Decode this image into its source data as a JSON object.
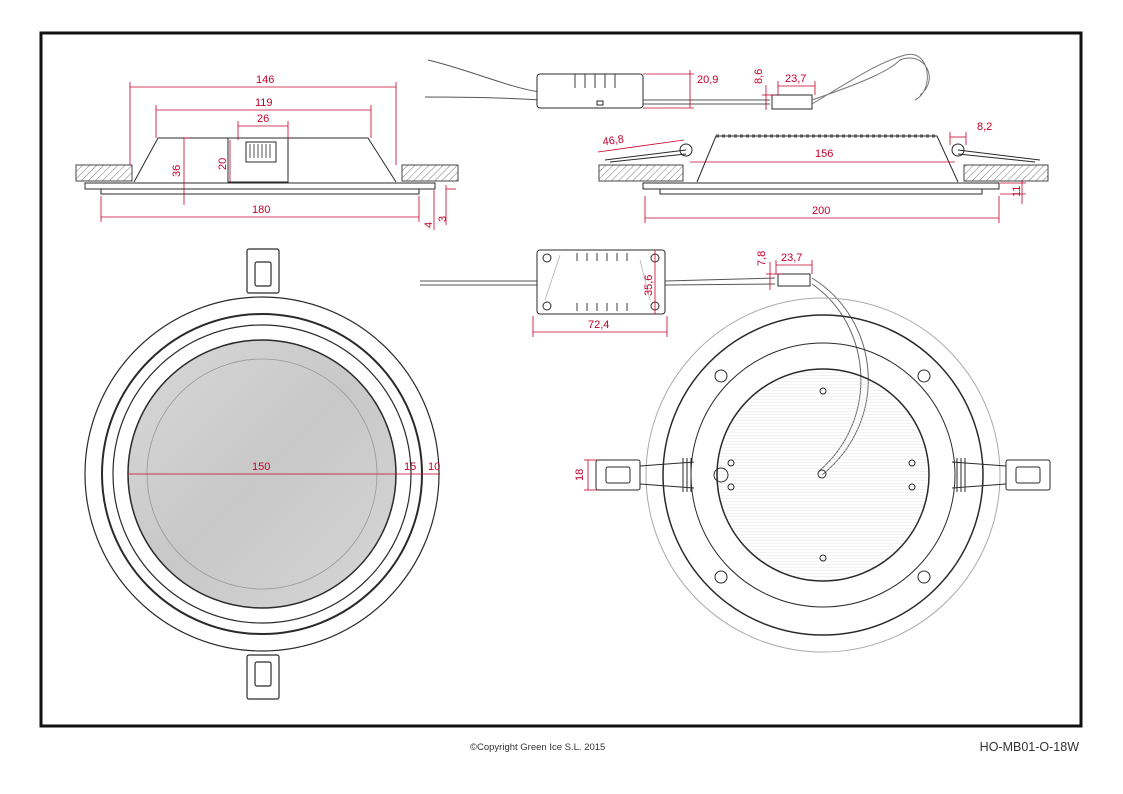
{
  "footer": {
    "copyright": "©Copyright Green Ice S.L. 2015",
    "code": "HO-MB01-O-18W"
  },
  "dimensions": {
    "side_view": {
      "outer_top": "146",
      "inner_top": "119",
      "clip": "26",
      "height": "36",
      "body": "20",
      "frame": "180",
      "edge_a": "4",
      "edge_b": "3"
    },
    "driver_side": {
      "height": "20,9",
      "conn_h": "8,6",
      "conn_w": "23,7"
    },
    "install_view": {
      "spring": "46,8",
      "span": "156",
      "clip": "8,2",
      "frame": "200",
      "depth": "11"
    },
    "driver_top": {
      "width": "72,4",
      "height": "35,6",
      "conn_h": "7,8",
      "conn_w": "23,7"
    },
    "front_view": {
      "lens": "150",
      "ring": "15",
      "rim": "10"
    },
    "back_view": {
      "clip_w": "18"
    }
  },
  "colors": {
    "line": "#2a2a2a",
    "dim": "#c4002a",
    "lens": "#cfcfcf",
    "wall": "#9a9a9a"
  }
}
